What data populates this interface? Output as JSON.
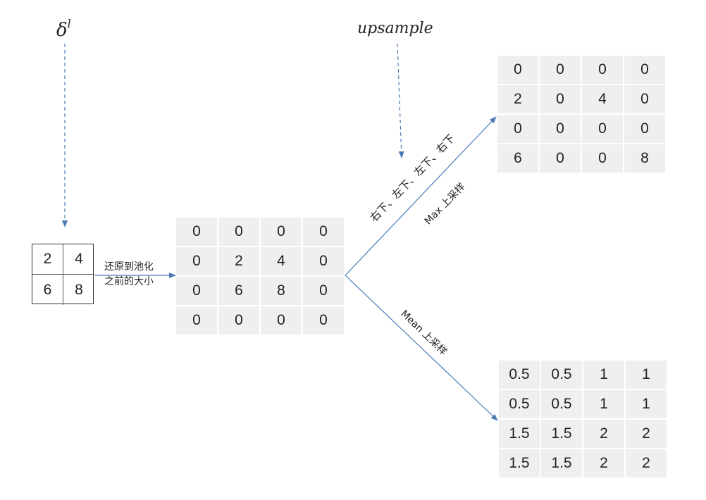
{
  "labels": {
    "delta_symbol": "δ",
    "delta_superscript": "l",
    "upsample": "upsample"
  },
  "input_matrix": [
    [
      "2",
      "4"
    ],
    [
      "6",
      "8"
    ]
  ],
  "restore_note": {
    "line1": "还原到池化",
    "line2": "之前的大小"
  },
  "padded_matrix": [
    [
      "0",
      "0",
      "0",
      "0"
    ],
    [
      "0",
      "2",
      "4",
      "0"
    ],
    [
      "0",
      "6",
      "8",
      "0"
    ],
    [
      "0",
      "0",
      "0",
      "0"
    ]
  ],
  "max_branch": {
    "position_note": "右下、左下、左下、右下",
    "method_label": "Max 上采样",
    "matrix": [
      [
        "0",
        "0",
        "0",
        "0"
      ],
      [
        "2",
        "0",
        "4",
        "0"
      ],
      [
        "0",
        "0",
        "0",
        "0"
      ],
      [
        "6",
        "0",
        "0",
        "8"
      ]
    ]
  },
  "mean_branch": {
    "method_label": "Mean 上采样",
    "matrix": [
      [
        "0.5",
        "0.5",
        "1",
        "1"
      ],
      [
        "0.5",
        "0.5",
        "1",
        "1"
      ],
      [
        "1.5",
        "1.5",
        "2",
        "2"
      ],
      [
        "1.5",
        "1.5",
        "2",
        "2"
      ]
    ]
  },
  "colors": {
    "arrow": "#4a7ab5",
    "cell_background": "#efefef",
    "text": "#222222"
  }
}
